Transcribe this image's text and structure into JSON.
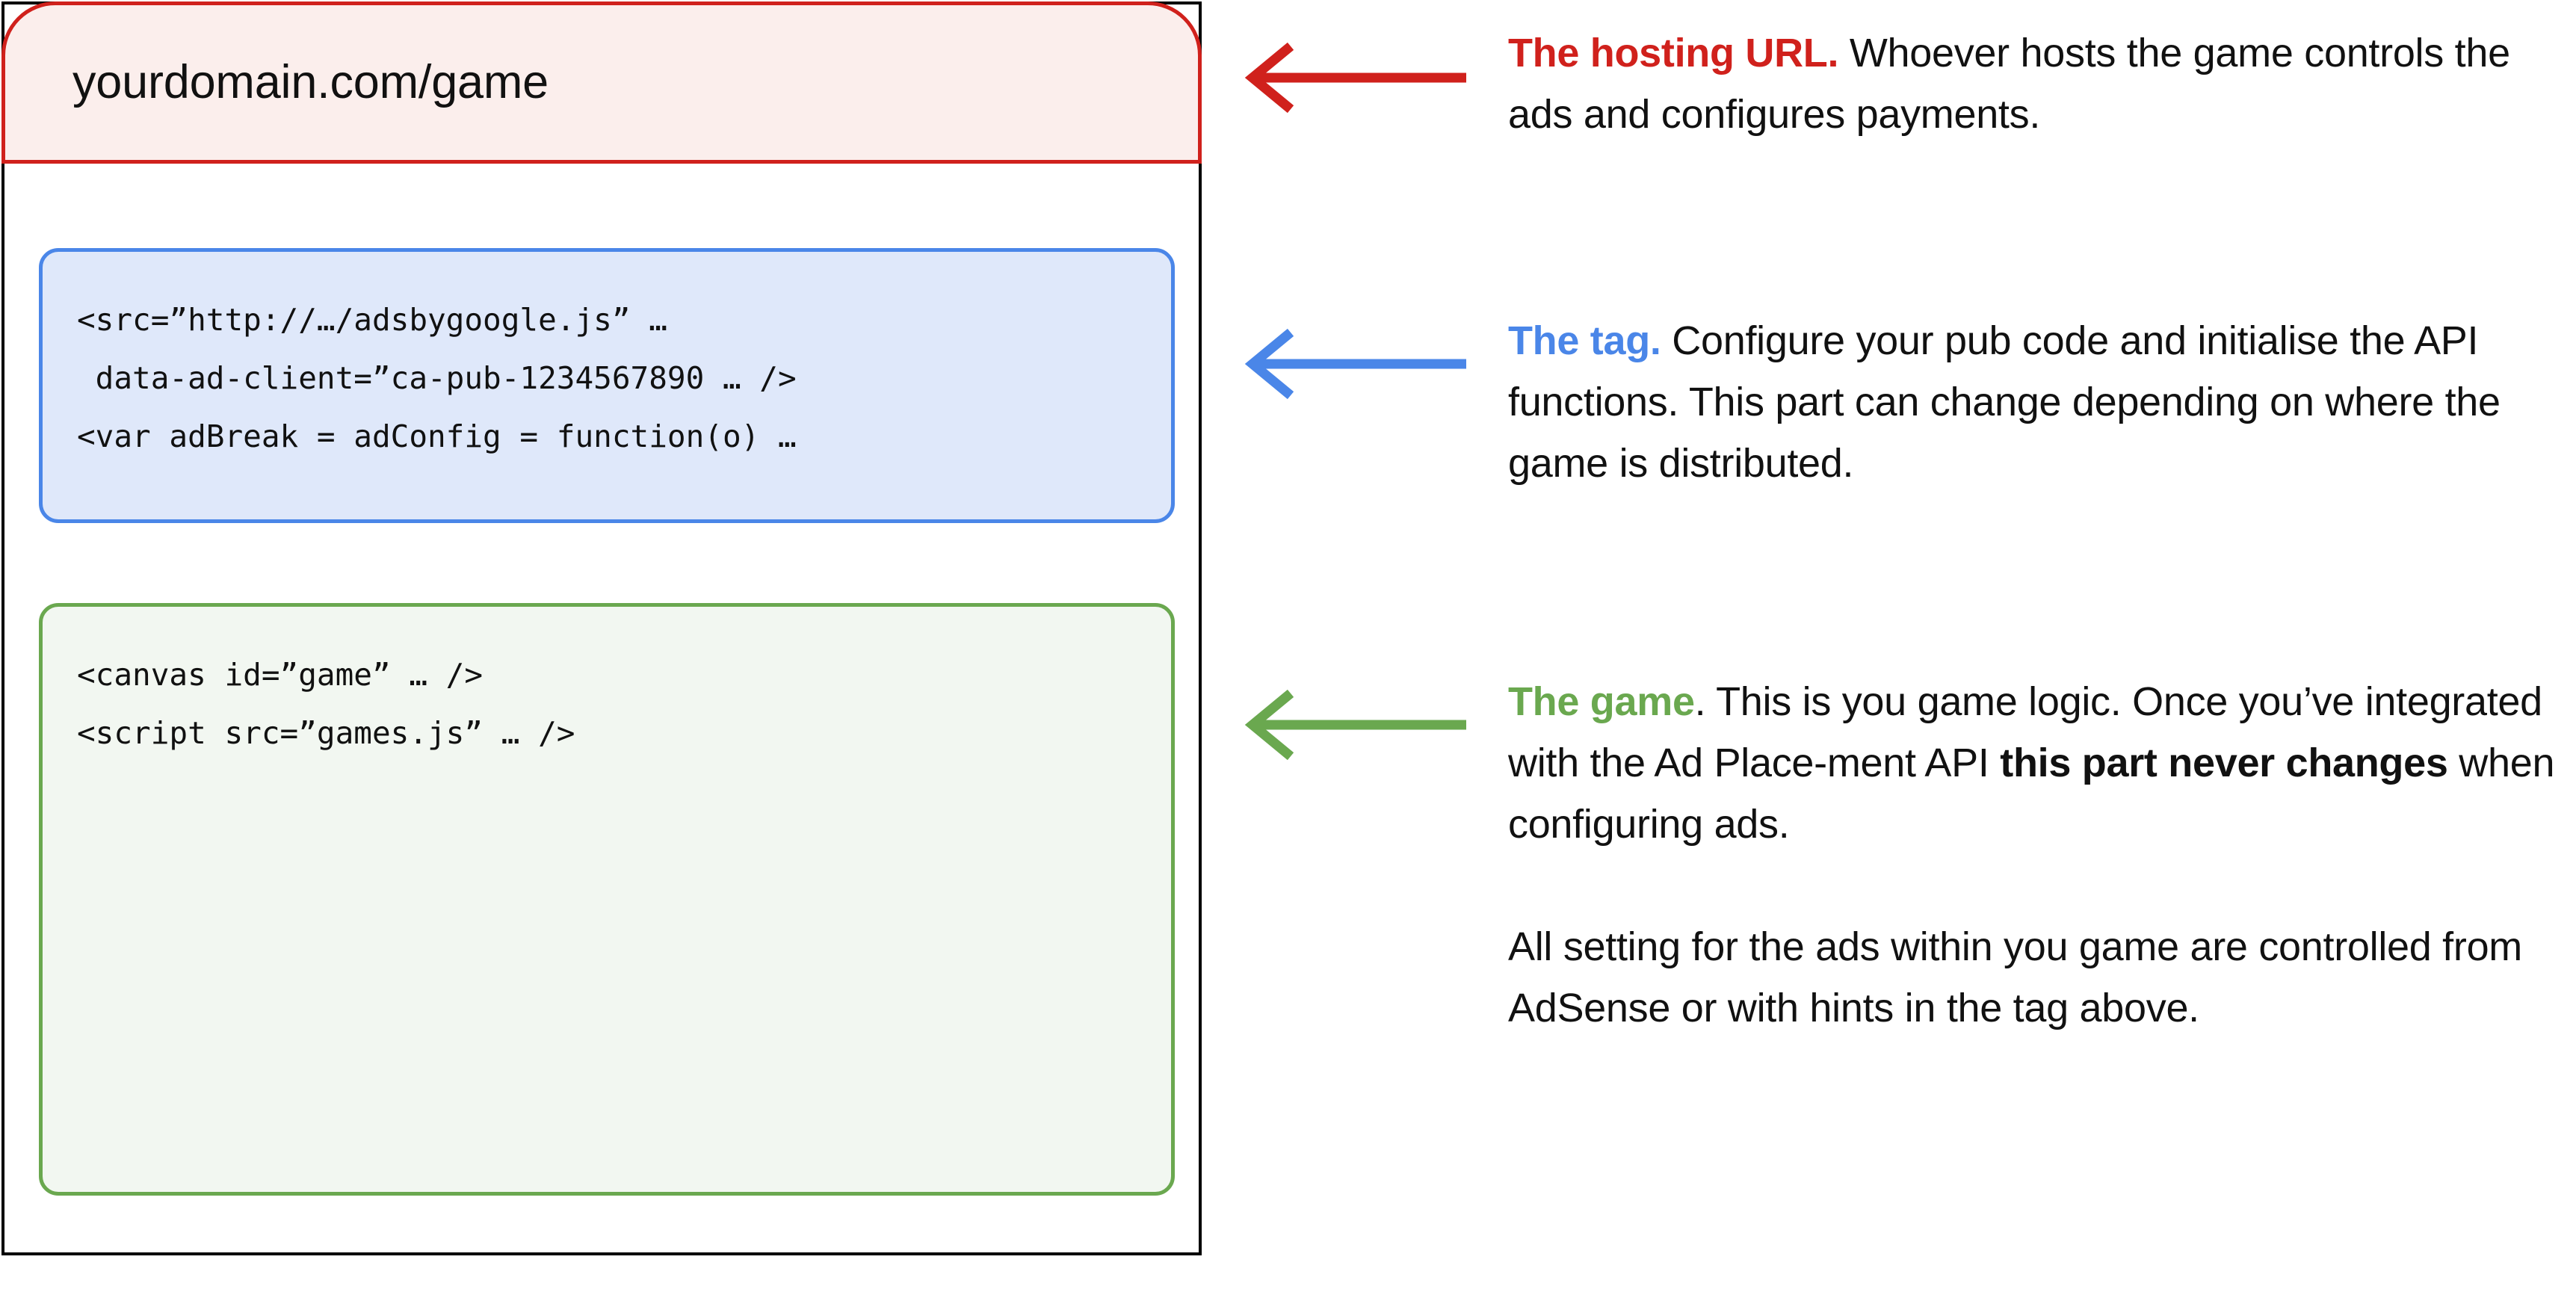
{
  "page_card": {
    "url_header": {
      "url": "yourdomain.com/game",
      "accent_color": "#d0211c",
      "fill_color": "#fbeeec"
    },
    "tag_code_block": {
      "accent_color": "#4a86e8",
      "fill_color": "#dfe8fa",
      "lines": [
        "<src=”http://…/adsbygoogle.js” …",
        " data-ad-client=”ca-pub-1234567890 … />",
        "<var adBreak = adConfig = function(o) …"
      ]
    },
    "game_code_block": {
      "accent_color": "#6aa84f",
      "fill_color": "#f2f7f1",
      "lines": [
        "<canvas id=”game” … />",
        "<script src=”games.js” … />"
      ]
    }
  },
  "annotations": [
    {
      "id": "hosting-url",
      "arrow_color": "#d0211c",
      "lead": "The hosting URL.",
      "body": " Whoever hosts the game controls the ads and configures payments."
    },
    {
      "id": "the-tag",
      "arrow_color": "#4a86e8",
      "lead": "The tag.",
      "body": " Configure your pub code and initialise the API functions. This part can change depending on where the game is distributed."
    },
    {
      "id": "the-game",
      "arrow_color": "#6aa84f",
      "lead": "The game",
      "lead_tail": ".",
      "body_1": " This is you game logic. Once you’ve integrated with the Ad Place-ment API ",
      "body_strong": "this part never changes",
      "body_2": " when configuring ads.",
      "paragraph_2": "All setting for the ads within you game are controlled from AdSense or with hints in the tag above."
    }
  ]
}
